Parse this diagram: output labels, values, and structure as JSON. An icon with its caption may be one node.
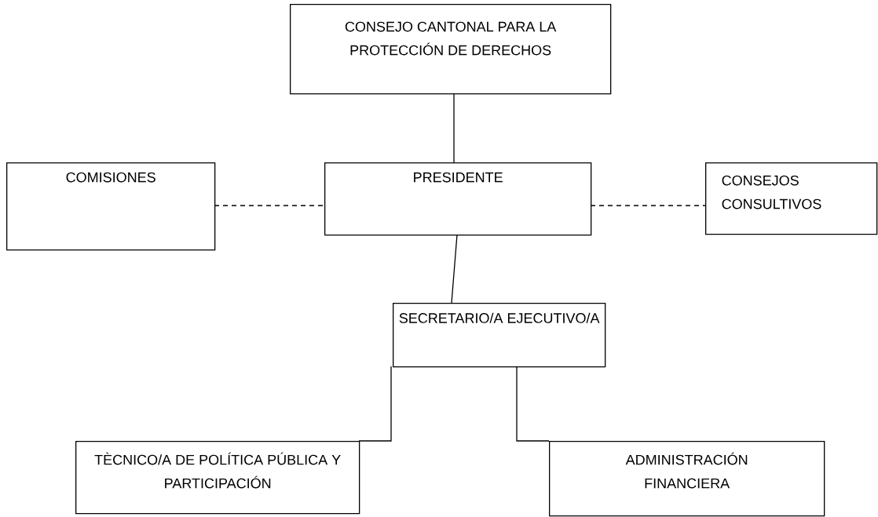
{
  "diagram": {
    "nodes": [
      {
        "text": [
          "CONSEJO CANTONAL PARA LA PROTECCIÓN DE DERECHOS"
        ]
      },
      {
        "text": [
          "COMISIONES"
        ]
      },
      {
        "text": [
          "PRESIDENTE"
        ]
      },
      {
        "text": [
          "CONSEJOS CONSULTIVOS"
        ]
      },
      {
        "text": [
          "SECRETARIO/A  EJECUTIVO/A"
        ]
      },
      {
        "text": [
          "TÈCNICO/A DE POLÍTICA PÚBLICA Y PARTICIPACIÓN"
        ]
      },
      {
        "text": [
          "ADMINISTRACIÓN FINANCIERA"
        ]
      }
    ],
    "edges": [
      {
        "from": 0,
        "to": 2,
        "arrow": "none"
      },
      {
        "from": 1,
        "to": 2,
        "arrow": "none",
        "style": "dashed"
      },
      {
        "from": 2,
        "to": 3,
        "arrow": "none",
        "style": "dashed"
      },
      {
        "from": 2,
        "to": 4,
        "arrow": "none"
      },
      {
        "from": 4,
        "to": 5,
        "arrow": "none"
      },
      {
        "from": 4,
        "to": 6,
        "arrow": "none"
      }
    ]
  }
}
